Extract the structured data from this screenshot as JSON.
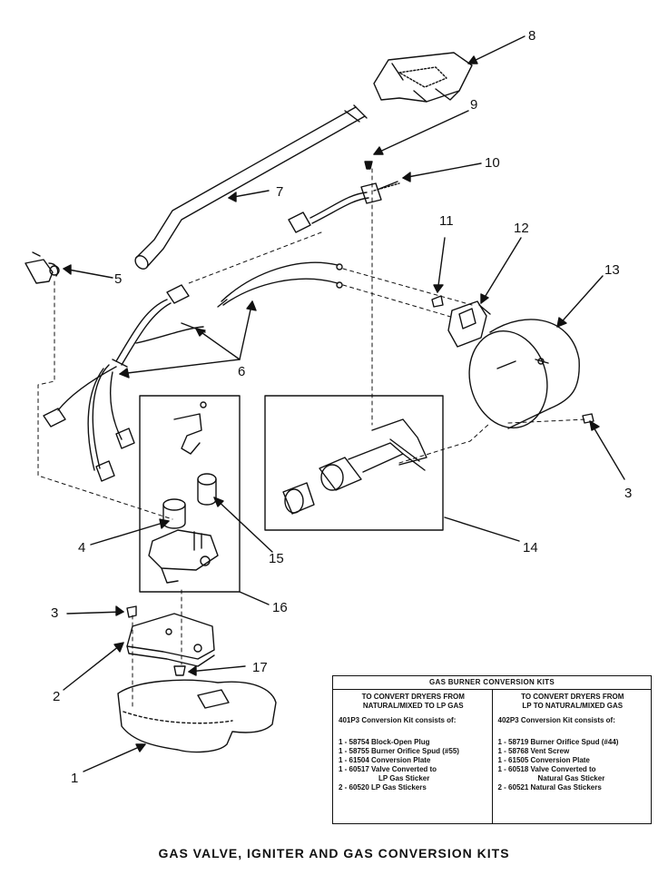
{
  "callouts": {
    "c1": "1",
    "c2": "2",
    "c3a": "3",
    "c3b": "3",
    "c4": "4",
    "c5": "5",
    "c6": "6",
    "c7": "7",
    "c8": "8",
    "c9": "9",
    "c10": "10",
    "c11": "11",
    "c12": "12",
    "c13": "13",
    "c14": "14",
    "c15": "15",
    "c16": "16",
    "c17": "17"
  },
  "kit_table": {
    "title": "GAS BURNER CONVERSION KITS",
    "left": {
      "heading_1": "TO CONVERT DRYERS FROM",
      "heading_2": "NATURAL/MIXED TO LP GAS",
      "intro": "401P3 Conversion Kit consists of:",
      "items": [
        "1 - 58754 Block-Open Plug",
        "1 - 58755 Burner Orifice Spud (#55)",
        "1 - 61504 Conversion Plate",
        "1 - 60517 Valve Converted to",
        "LP Gas Sticker",
        "2 - 60520 LP Gas Stickers"
      ]
    },
    "right": {
      "heading_1": "TO CONVERT DRYERS FROM",
      "heading_2": "LP TO NATURAL/MIXED GAS",
      "intro": "402P3 Conversion Kit consists of:",
      "items": [
        "1 - 58719 Burner Orifice Spud (#44)",
        "1 - 58768 Vent Screw",
        "1 - 61505 Conversion Plate",
        "1 - 60518 Valve Converted to",
        "Natural Gas Sticker",
        "2 - 60521 Natural Gas Stickers"
      ]
    }
  },
  "page_title": "GAS VALVE, IGNITER AND GAS CONVERSION KITS"
}
